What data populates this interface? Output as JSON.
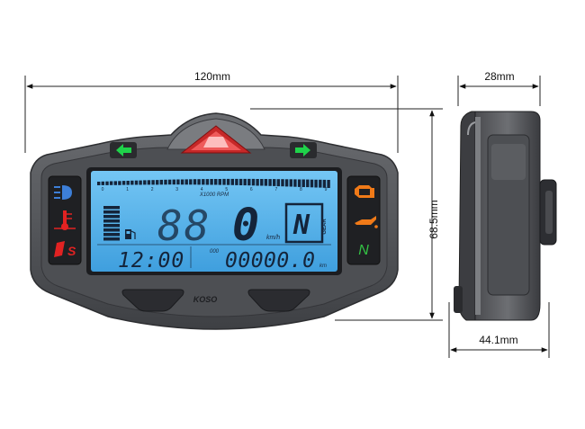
{
  "dimensions": {
    "width": "120mm",
    "depth": "28mm",
    "height": "68.5mm",
    "side_depth": "44.1mm"
  },
  "lcd": {
    "rpm_label": "X1000 RPM",
    "rpm_ticks": [
      "0",
      "1",
      "2",
      "3",
      "4",
      "5",
      "6",
      "7",
      "8",
      "9"
    ],
    "speed_ghost": "88",
    "speed_value": "0",
    "speed_unit": "km/h",
    "gear_value": "N",
    "gear_label": "GEAR",
    "clock": "12:00",
    "odo_ghost": "000",
    "odometer": "00000.0",
    "odo_unit": "km"
  },
  "brand": "KOSO",
  "indicators": {
    "neutral": "N"
  },
  "colors": {
    "housing": "#5a5c60",
    "housing_dark": "#2e2f33",
    "lcd": "#59b6ee",
    "segments": "#14243a",
    "turn_signal": "#1fd24a",
    "high_beam": "#3d7fd8",
    "warning": "#e22222",
    "oil": "#f07a18",
    "neutral": "#33c244"
  }
}
